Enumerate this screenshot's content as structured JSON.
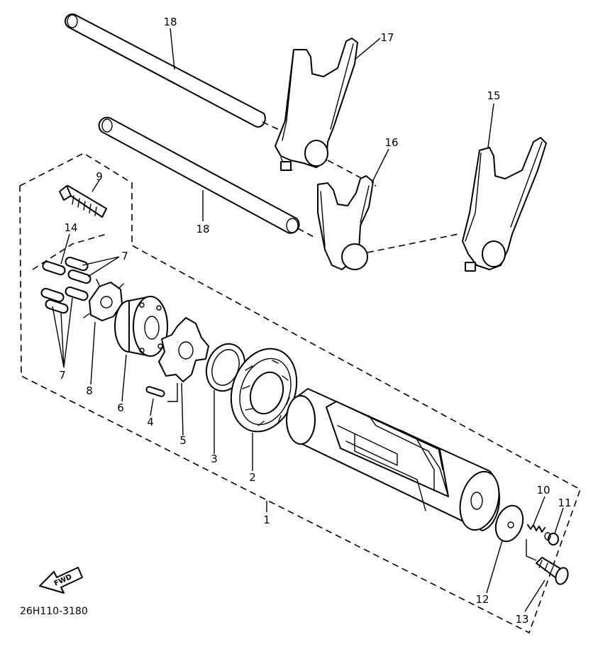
{
  "diagram": {
    "part_code": "26H110-3180",
    "fwd_label": "FWD",
    "callouts": {
      "c1": "1",
      "c2": "2",
      "c3": "3",
      "c4": "4",
      "c5": "5",
      "c6": "6",
      "c7a": "7",
      "c7b": "7",
      "c8": "8",
      "c9": "9",
      "c10": "10",
      "c11": "11",
      "c12": "12",
      "c13": "13",
      "c14": "14",
      "c15": "15",
      "c16": "16",
      "c17": "17",
      "c18a": "18",
      "c18b": "18"
    }
  }
}
